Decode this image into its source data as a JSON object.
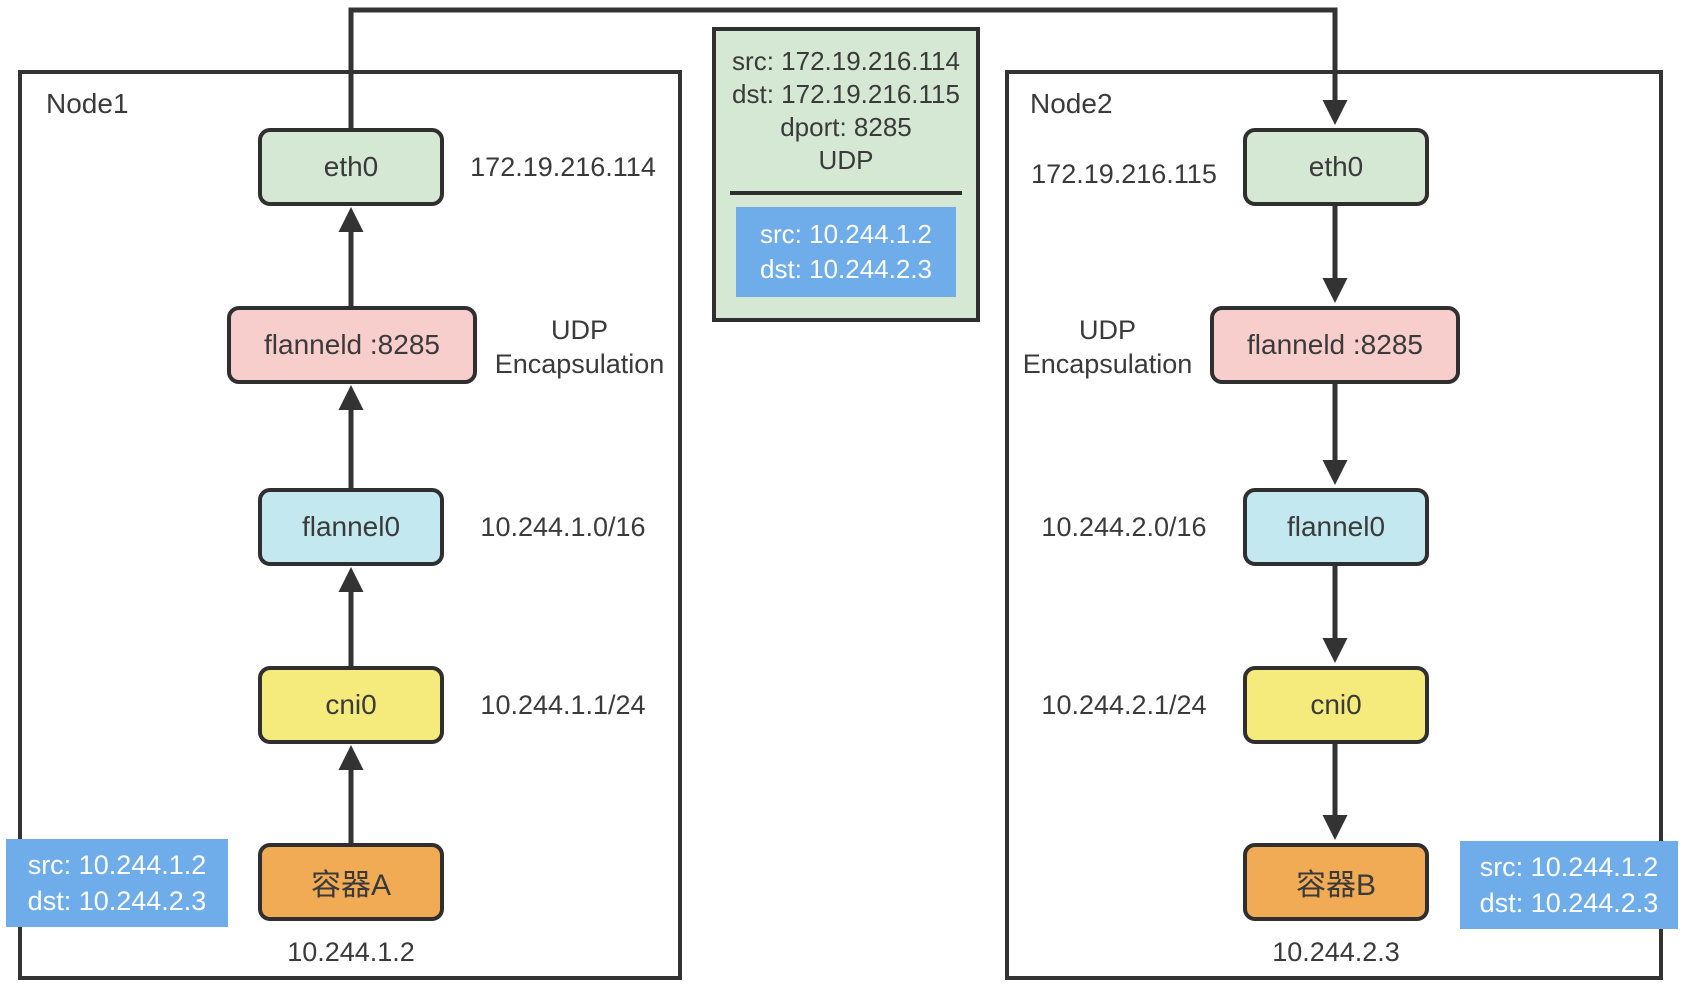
{
  "colors": {
    "line": "#333333",
    "box_green": "#d5e8d4",
    "box_pink": "#f8cecc",
    "box_cyan": "#c3e8f0",
    "box_yellow": "#f5eb7c",
    "box_orange": "#f2ab55",
    "badge_blue": "#6fadea",
    "text_dark": "#3a3a3a",
    "text_light": "#ffffff"
  },
  "node1": {
    "title": "Node1",
    "eth0_label": "eth0",
    "eth0_ip": "172.19.216.114",
    "flanneld_label": "flanneld :8285",
    "encap_line1": "UDP",
    "encap_line2": "Encapsulation",
    "flannel0_label": "flannel0",
    "flannel0_cidr": "10.244.1.0/16",
    "cni0_label": "cni0",
    "cni0_cidr": "10.244.1.1/24",
    "container_label": "容器A",
    "container_ip": "10.244.1.2",
    "badge_src": "src: 10.244.1.2",
    "badge_dst": "dst: 10.244.2.3"
  },
  "node2": {
    "title": "Node2",
    "eth0_label": "eth0",
    "eth0_ip": "172.19.216.115",
    "flanneld_label": "flanneld :8285",
    "encap_line1": "UDP",
    "encap_line2": "Encapsulation",
    "flannel0_label": "flannel0",
    "flannel0_cidr": "10.244.2.0/16",
    "cni0_label": "cni0",
    "cni0_cidr": "10.244.2.1/24",
    "container_label": "容器B",
    "container_ip": "10.244.2.3",
    "badge_src": "src: 10.244.1.2",
    "badge_dst": "dst: 10.244.2.3"
  },
  "packet": {
    "src": "src: 172.19.216.114",
    "dst": "dst: 172.19.216.115",
    "dport": "dport: 8285",
    "proto": "UDP",
    "inner_src": "src: 10.244.1.2",
    "inner_dst": "dst: 10.244.2.3"
  }
}
